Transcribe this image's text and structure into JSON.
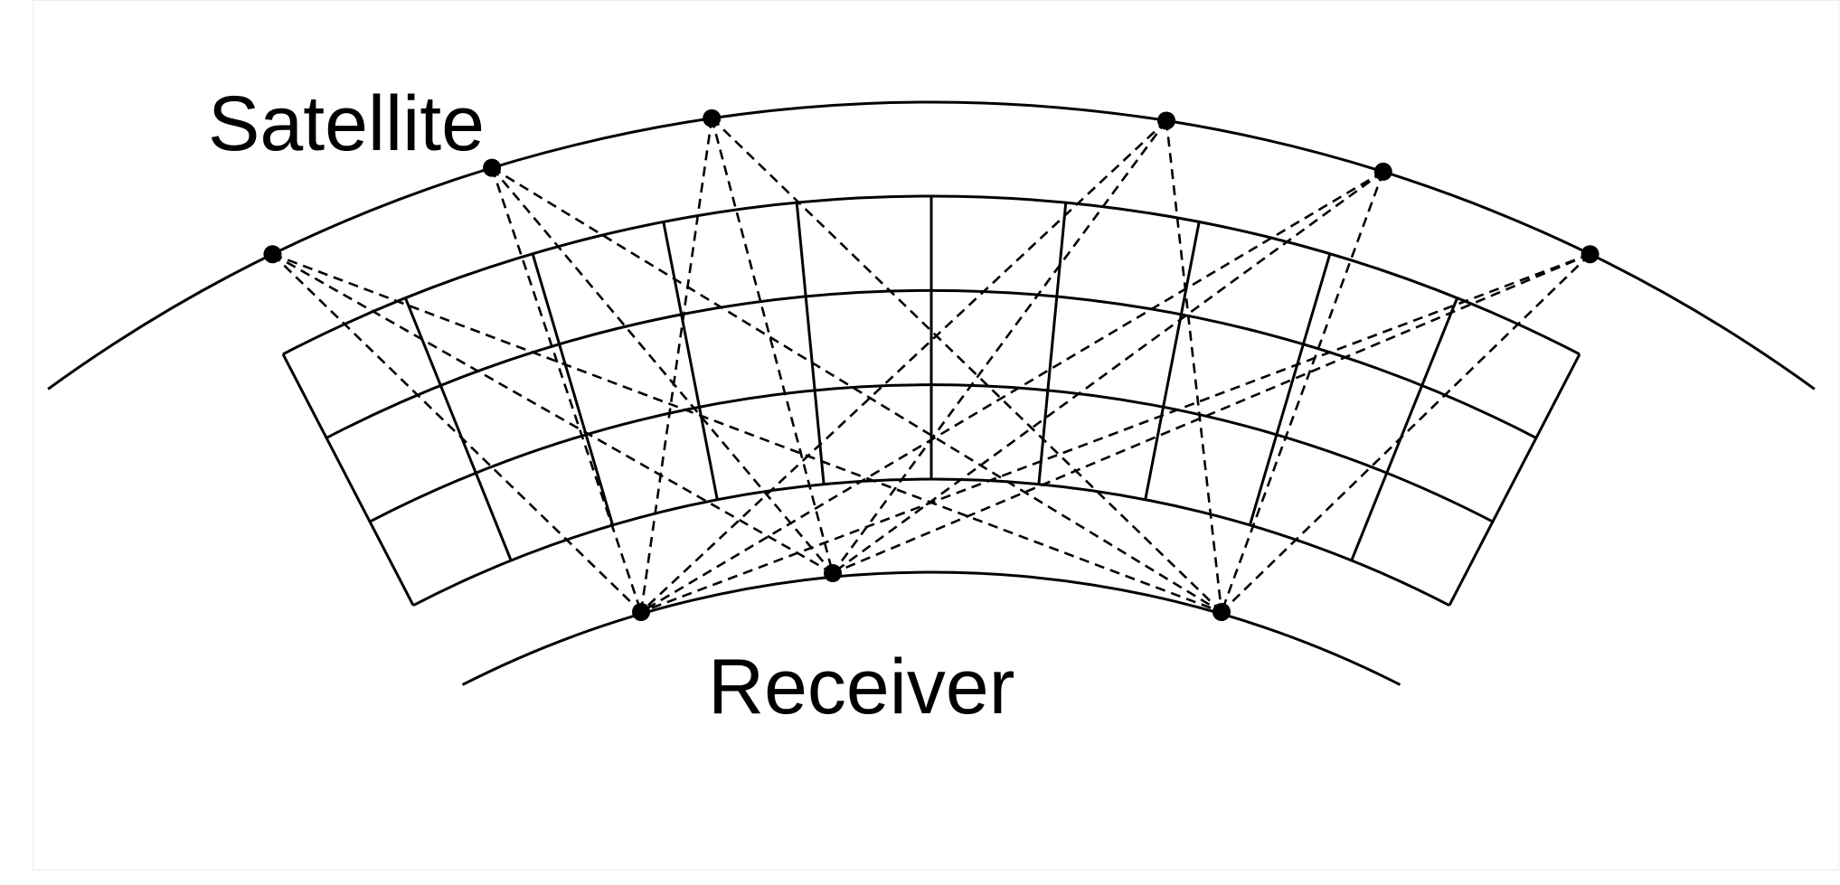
{
  "labels": {
    "satellite": "Satellite",
    "receiver": "Receiver"
  },
  "colors": {
    "background": "#ffffff",
    "stroke": "#000000",
    "frame_border": "#ededed"
  },
  "diagram": {
    "satellite_count": 6,
    "receiver_count": 3,
    "grid_layers": 3,
    "grid_columns": 10
  }
}
